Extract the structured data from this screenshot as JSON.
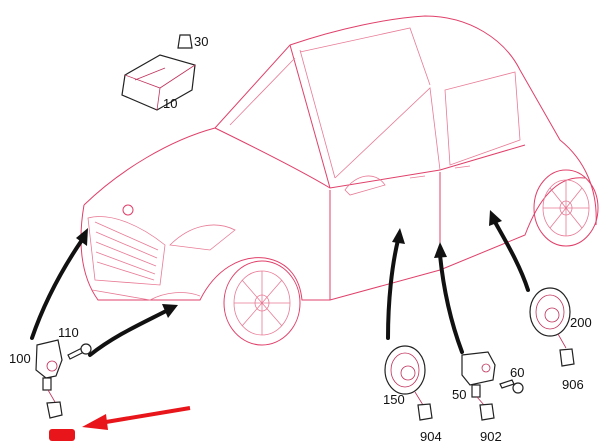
{
  "colors": {
    "car_lines": "#e0406a",
    "pointer_arrow": "#e8151b",
    "callout_arrows": "#111111",
    "background": "#ffffff"
  },
  "callouts": {
    "p30": "30",
    "p10": "10",
    "p110": "110",
    "p100": "100",
    "p150": "150",
    "p904": "904",
    "p50": "50",
    "p60": "60",
    "p902": "902",
    "p200": "200",
    "p906": "906"
  }
}
